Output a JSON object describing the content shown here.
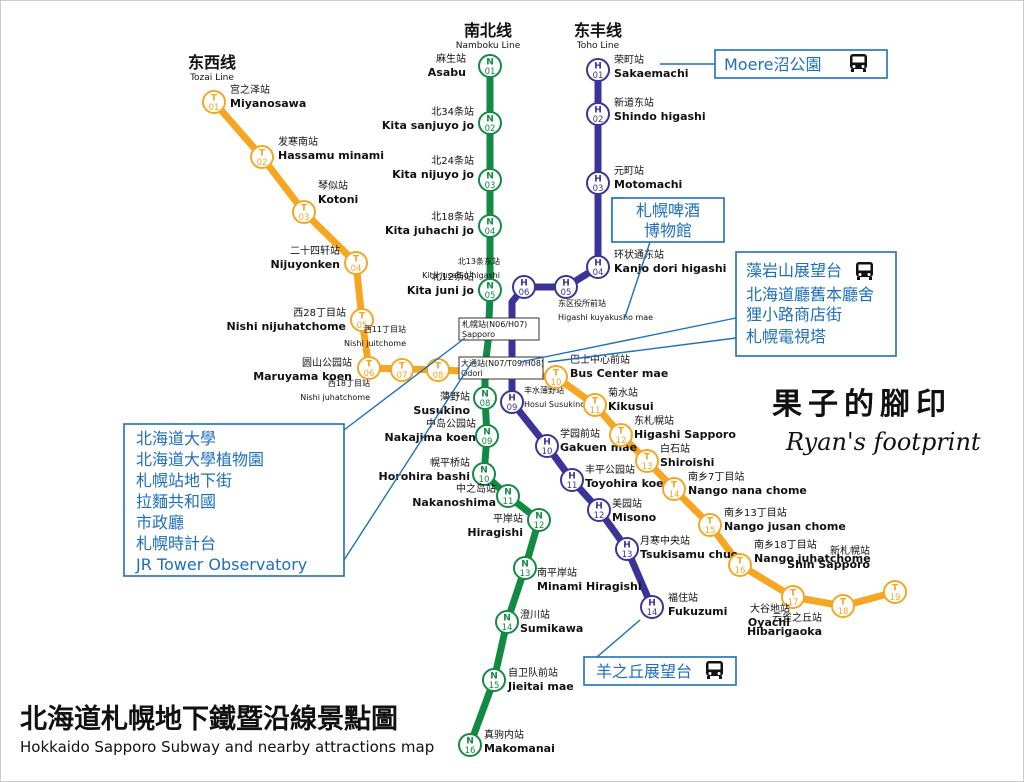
{
  "title": {
    "zh": "北海道札幌地下鐵暨沿線景點圖",
    "en": "Hokkaido Sapporo Subway and nearby attractions map"
  },
  "brand": {
    "zh": "果子的腳印",
    "en": "Ryan's footprint"
  },
  "colors": {
    "namboku": "#138a43",
    "toho": "#3b3498",
    "tozai": "#f5a623",
    "box": "#1d6fbd"
  },
  "lines": {
    "namboku": {
      "zh": "南北线",
      "en": "Namboku Line"
    },
    "toho": {
      "zh": "东丰线",
      "en": "Toho Line"
    },
    "tozai": {
      "zh": "东西线",
      "en": "Tozai Line"
    }
  },
  "stations": {
    "N01": {
      "code": "N",
      "num": "01",
      "zh": "麻生站",
      "en": "Asabu"
    },
    "N02": {
      "code": "N",
      "num": "02",
      "zh": "北34条站",
      "en": "Kita sanjuyo jo"
    },
    "N03": {
      "code": "N",
      "num": "03",
      "zh": "北24条站",
      "en": "Kita nijuyo jo"
    },
    "N04": {
      "code": "N",
      "num": "04",
      "zh": "北18条站",
      "en": "Kita juhachi jo"
    },
    "N05": {
      "code": "N",
      "num": "05",
      "zh": "北12条站",
      "en": "Kita juni jo"
    },
    "N08": {
      "code": "N",
      "num": "08",
      "zh": "薄野站",
      "en": "Susukino"
    },
    "N09": {
      "code": "N",
      "num": "09",
      "zh": "中岛公园站",
      "en": "Nakajima koen"
    },
    "N10": {
      "code": "N",
      "num": "10",
      "zh": "幌平桥站",
      "en": "Horohira bashi"
    },
    "N11": {
      "code": "N",
      "num": "11",
      "zh": "中之岛站",
      "en": "Nakanoshima"
    },
    "N12": {
      "code": "N",
      "num": "12",
      "zh": "平岸站",
      "en": "Hiragishi"
    },
    "N13": {
      "code": "N",
      "num": "13",
      "zh": "南平岸站",
      "en": "Minami Hiragishi"
    },
    "N14": {
      "code": "N",
      "num": "14",
      "zh": "澄川站",
      "en": "Sumikawa"
    },
    "N15": {
      "code": "N",
      "num": "15",
      "zh": "自卫队前站",
      "en": "Jieitai mae"
    },
    "N16": {
      "code": "N",
      "num": "16",
      "zh": "真驹内站",
      "en": "Makomanai"
    },
    "H01": {
      "code": "H",
      "num": "01",
      "zh": "荣町站",
      "en": "Sakaemachi"
    },
    "H02": {
      "code": "H",
      "num": "02",
      "zh": "新道东站",
      "en": "Shindo higashi"
    },
    "H03": {
      "code": "H",
      "num": "03",
      "zh": "元町站",
      "en": "Motomachi"
    },
    "H04": {
      "code": "H",
      "num": "04",
      "zh": "环状通东站",
      "en": "Kanjo dori higashi"
    },
    "H05": {
      "code": "H",
      "num": "05",
      "zh": "东区役所前站",
      "en": "Higashi kuyakusho mae"
    },
    "H06": {
      "code": "H",
      "num": "06",
      "zh": "北13条东站",
      "en": "Kita jusanjo higashi"
    },
    "H09": {
      "code": "H",
      "num": "09",
      "zh": "丰水薄野站",
      "en": "Hosui Susukino"
    },
    "H10": {
      "code": "H",
      "num": "10",
      "zh": "学园前站",
      "en": "Gakuen mae"
    },
    "H11": {
      "code": "H",
      "num": "11",
      "zh": "丰平公园站",
      "en": "Toyohira koen"
    },
    "H12": {
      "code": "H",
      "num": "12",
      "zh": "美园站",
      "en": "Misono"
    },
    "H13": {
      "code": "H",
      "num": "13",
      "zh": "月寒中央站",
      "en": "Tsukisamu chuo"
    },
    "H14": {
      "code": "H",
      "num": "14",
      "zh": "福住站",
      "en": "Fukuzumi"
    },
    "T01": {
      "code": "T",
      "num": "01",
      "zh": "宫之泽站",
      "en": "Miyanosawa"
    },
    "T02": {
      "code": "T",
      "num": "02",
      "zh": "发寒南站",
      "en": "Hassamu minami"
    },
    "T03": {
      "code": "T",
      "num": "03",
      "zh": "琴似站",
      "en": "Kotoni"
    },
    "T04": {
      "code": "T",
      "num": "04",
      "zh": "二十四轩站",
      "en": "Nijuyonken"
    },
    "T05": {
      "code": "T",
      "num": "05",
      "zh": "西28丁目站",
      "en": "Nishi nijuhatchome"
    },
    "T06": {
      "code": "T",
      "num": "06",
      "zh": "圆山公园站",
      "en": "Maruyama koen"
    },
    "T07": {
      "code": "T",
      "num": "07",
      "zh": "西18丁目站",
      "en": "Nishi juhatchome"
    },
    "T08": {
      "code": "T",
      "num": "08",
      "zh": "西11丁目站",
      "en": "Nishi juitchome"
    },
    "T10": {
      "code": "T",
      "num": "10",
      "zh": "巴士中心前站",
      "en": "Bus Center mae"
    },
    "T11": {
      "code": "T",
      "num": "11",
      "zh": "菊水站",
      "en": "Kikusui"
    },
    "T12": {
      "code": "T",
      "num": "12",
      "zh": "东札幌站",
      "en": "Higashi Sapporo"
    },
    "T13": {
      "code": "T",
      "num": "13",
      "zh": "白石站",
      "en": "Shiroishi"
    },
    "T14": {
      "code": "T",
      "num": "14",
      "zh": "南乡7丁目站",
      "en": "Nango nana chome"
    },
    "T15": {
      "code": "T",
      "num": "15",
      "zh": "南乡13丁目站",
      "en": "Nango jusan chome"
    },
    "T16": {
      "code": "T",
      "num": "16",
      "zh": "南乡18丁目站",
      "en": "Nango juhatchome"
    },
    "T17": {
      "code": "T",
      "num": "17",
      "zh": "大谷地站",
      "en": "Oyachi"
    },
    "T18": {
      "code": "T",
      "num": "18",
      "zh": "云雀之丘站",
      "en": "Hibarigaoka"
    },
    "T19": {
      "code": "T",
      "num": "19",
      "zh": "新札幌站",
      "en": "Shin Sapporo"
    }
  },
  "transfer": {
    "sapporo": {
      "zh": "札幌站(N06/H07)",
      "en": "Sapporo"
    },
    "odori": {
      "zh": "大通站(N07/T09/H08)",
      "en": "Odori"
    }
  },
  "attractions": {
    "moere": "Moere沼公園",
    "beer": [
      "札幌啤酒",
      "博物館"
    ],
    "moiwa": [
      "藻岩山展望台",
      "北海道廳舊本廳舍",
      "狸小路商店街",
      "札幌電視塔"
    ],
    "sapporo": [
      "北海道大學",
      "北海道大學植物園",
      "札幌站地下街",
      "拉麵共和國",
      "市政廳",
      "札幌時計台",
      "JR Tower Observatory"
    ],
    "hitsujigaoka": "羊之丘展望台"
  }
}
